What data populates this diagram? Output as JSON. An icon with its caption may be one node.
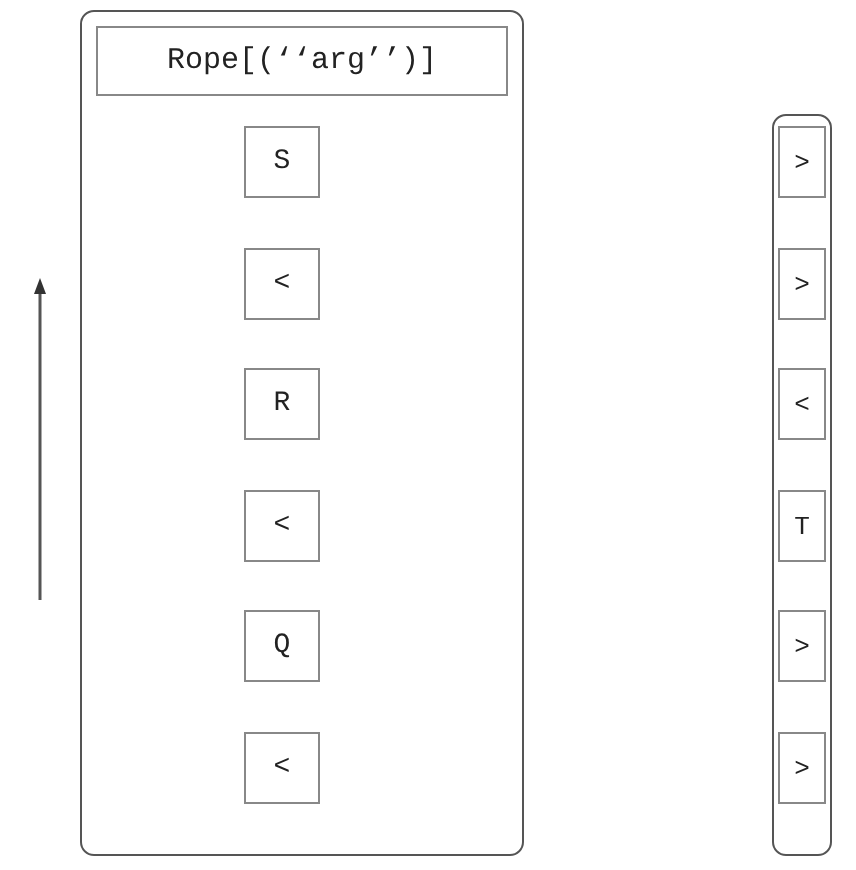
{
  "diagram": {
    "nodes": [
      {
        "text": [],
        "shape": "box"
      },
      {
        "text": [
          "Rope[(‘‘arg’’)]"
        ],
        "in": 0
      },
      {
        "text": [
          "S"
        ],
        "in": 0
      },
      {
        "text": [
          "<"
        ],
        "in": 0
      },
      {
        "text": [
          "R"
        ],
        "in": 0
      },
      {
        "text": [
          "<"
        ],
        "in": 0
      },
      {
        "text": [
          "Q"
        ],
        "in": 0
      },
      {
        "text": [
          "<"
        ],
        "in": 0
      },
      {
        "text": [],
        "shape": "box"
      },
      {
        "text": [
          ">"
        ],
        "in": 8
      },
      {
        "text": [
          ">"
        ],
        "in": 8
      },
      {
        "text": [
          "<"
        ],
        "in": 8
      },
      {
        "text": [
          "T"
        ],
        "in": 8
      },
      {
        "text": [
          ">"
        ],
        "in": 8
      },
      {
        "text": [
          ">"
        ],
        "in": 8
      }
    ]
  }
}
